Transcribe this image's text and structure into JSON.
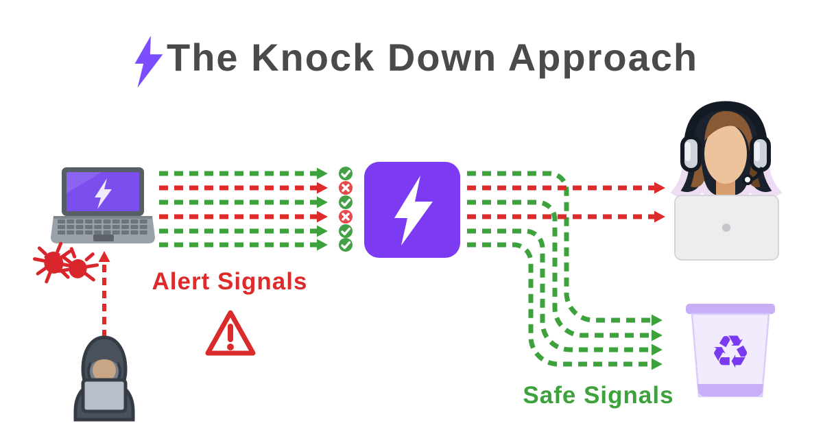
{
  "title": {
    "text": "The Knock Down Approach"
  },
  "labels": {
    "alert": "Alert Signals",
    "safe": "Safe Signals"
  },
  "signals": [
    {
      "status": "safe"
    },
    {
      "status": "alert"
    },
    {
      "status": "safe"
    },
    {
      "status": "alert"
    },
    {
      "status": "safe"
    },
    {
      "status": "safe"
    }
  ],
  "nodes": {
    "source": "infected-laptop",
    "attacker": "hooded-hacker",
    "filter": "lightning-filter",
    "alert_destination": "support-agent",
    "safe_destination": "recycle-bin"
  },
  "icons": {
    "pass": "check-circle",
    "fail": "x-circle",
    "alert_marker": "warning-triangle",
    "bin_symbol": "recycle-symbol",
    "recycle_glyph": "♻"
  },
  "colors": {
    "alert_red": "#dd2b2b",
    "safe_green": "#3da23c",
    "icon_red": "#e14b4b",
    "icon_green": "#43a047",
    "brand_purple": "#7c3bf2",
    "title_gray": "#4a4a4a",
    "bin_lavender": "#c7aef6"
  }
}
